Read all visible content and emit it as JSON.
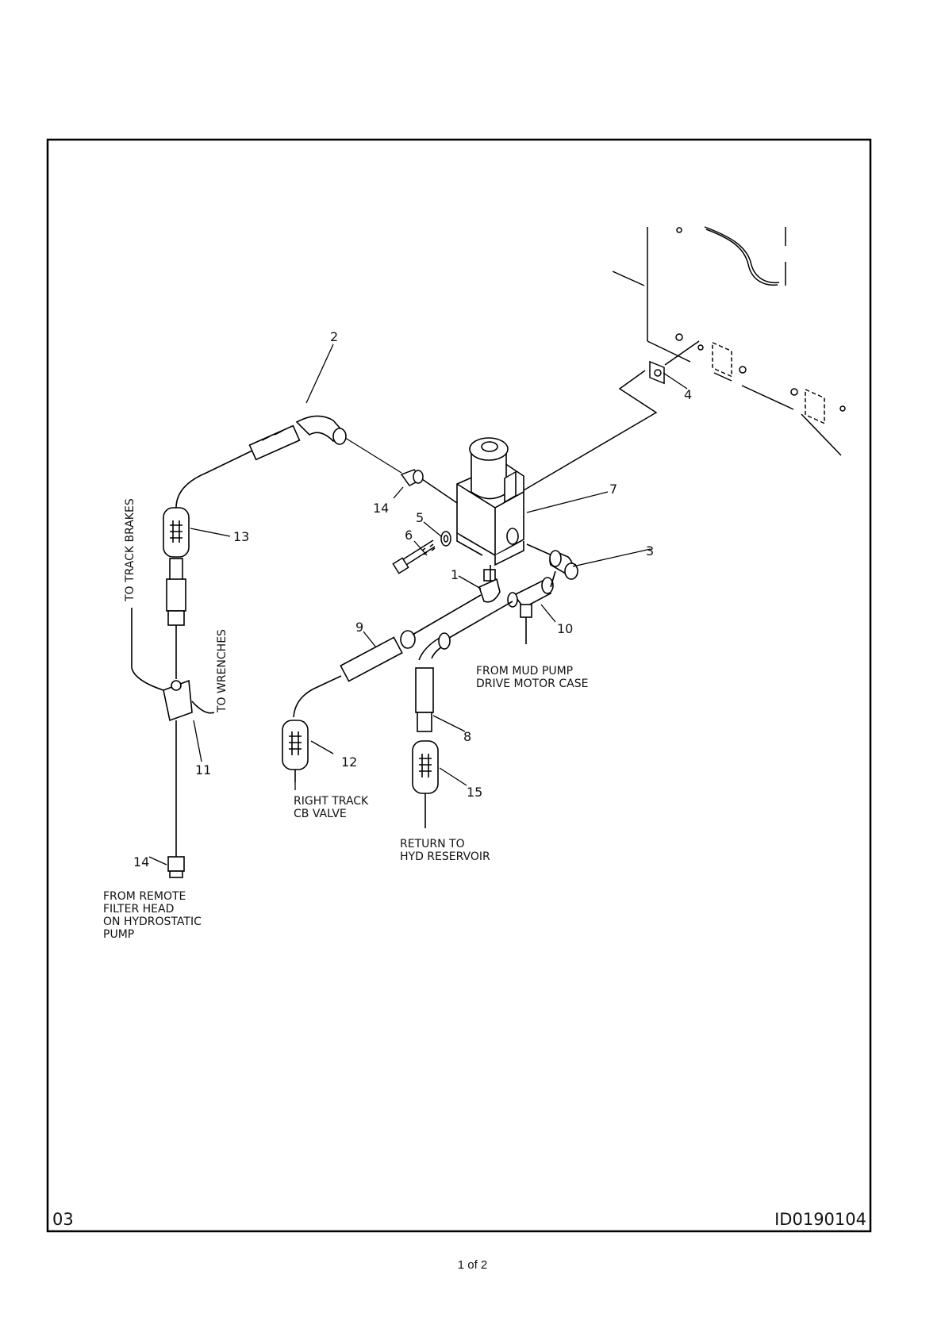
{
  "drawing": {
    "sheet_code": "03",
    "drawing_id": "ID0190104",
    "page_indicator": "1 of 2"
  },
  "callouts": {
    "c1": "1",
    "c2": "2",
    "c3": "3",
    "c4": "4",
    "c5": "5",
    "c6": "6",
    "c7": "7",
    "c8": "8",
    "c9": "9",
    "c10": "10",
    "c11": "11",
    "c12": "12",
    "c13": "13",
    "c14a": "14",
    "c14b": "14",
    "c15": "15"
  },
  "notes": {
    "to_track_brakes": "TO TRACK BRAKES",
    "to_wrenches": "TO WRENCHES",
    "from_mud_pump": [
      "FROM MUD PUMP",
      "DRIVE MOTOR CASE"
    ],
    "right_track": [
      "RIGHT TRACK",
      "CB VALVE"
    ],
    "return_to": [
      "RETURN TO",
      "HYD RESERVOIR"
    ],
    "from_remote": [
      "FROM REMOTE",
      "FILTER HEAD",
      "ON HYDROSTATIC",
      "PUMP"
    ]
  }
}
